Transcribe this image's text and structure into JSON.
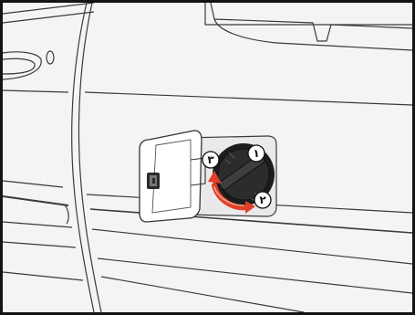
{
  "figure": {
    "callouts": [
      {
        "id": "cap",
        "label": "١"
      },
      {
        "id": "turn-direction",
        "label": "٢"
      },
      {
        "id": "door-hook",
        "label": "٣"
      }
    ]
  },
  "colors": {
    "frame": "#141414",
    "background": "#f4f4f4",
    "line": "#3a3a3a",
    "cap": "#1c1c1c",
    "arrow": "#e0402a",
    "badge_fill": "#ffffff"
  },
  "icons": {
    "arrow": "curved-rotation-arrow"
  }
}
